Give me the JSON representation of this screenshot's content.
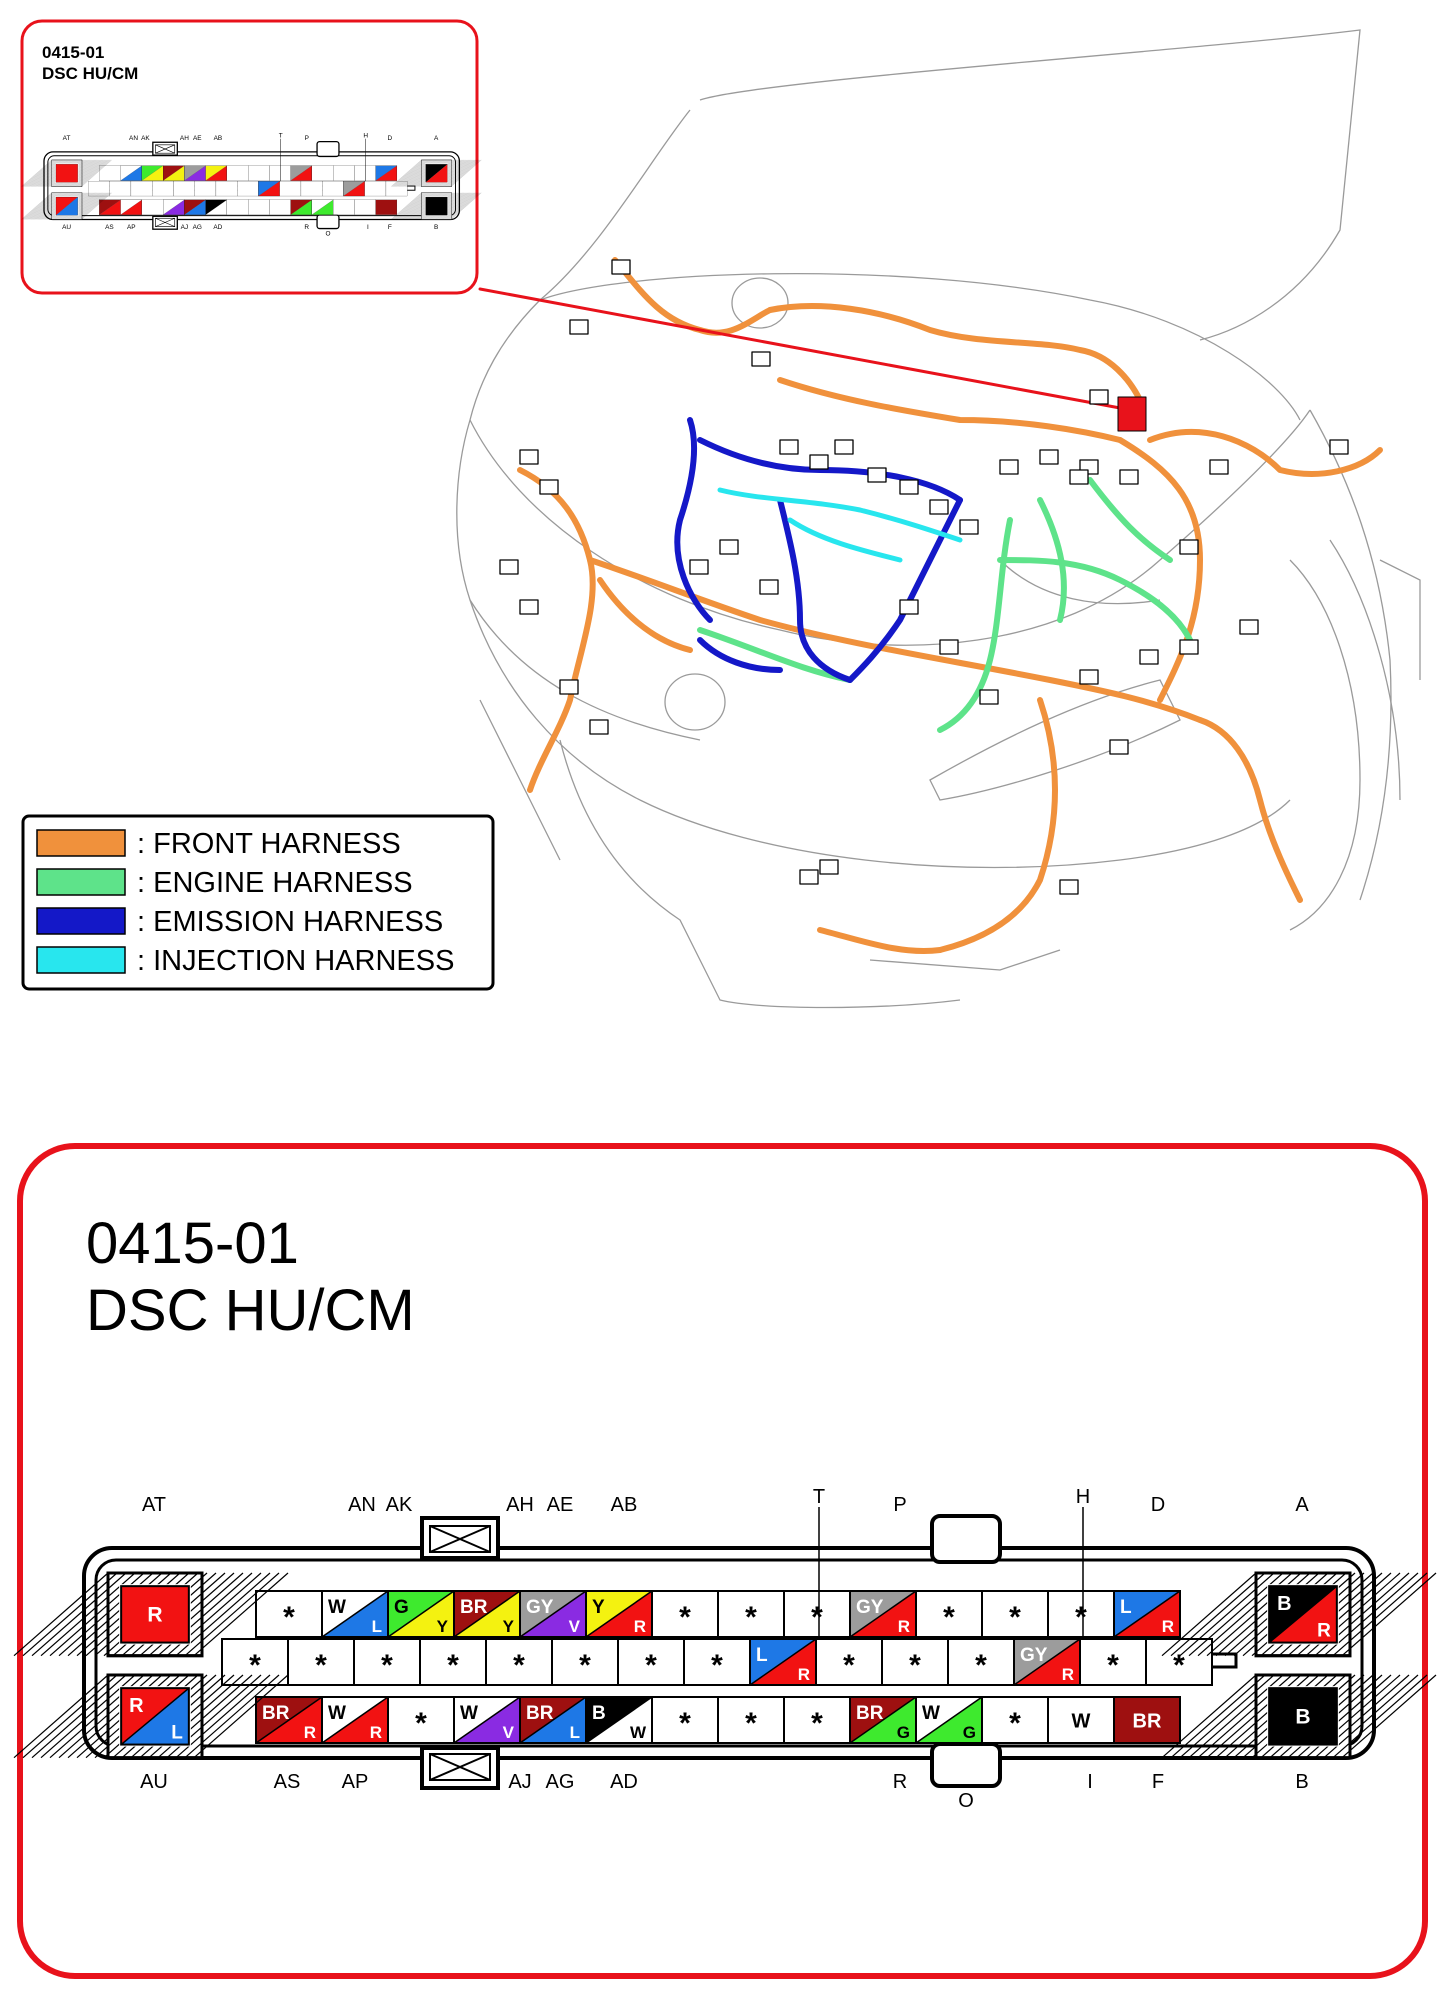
{
  "inset": {
    "code": "0415-01",
    "name": "DSC HU/CM",
    "top_labels": [
      "AT",
      "AN",
      "AK",
      "AH",
      "AE",
      "AB",
      "T",
      "P",
      "H",
      "D",
      "A"
    ],
    "bottom_labels": [
      "AU",
      "AS",
      "AP",
      "AJ",
      "AG",
      "AD",
      "R",
      "O",
      "I",
      "F",
      "B"
    ]
  },
  "legend": [
    {
      "label": ": FRONT HARNESS",
      "color": "#F0913C"
    },
    {
      "label": ": ENGINE HARNESS",
      "color": "#5EE38A"
    },
    {
      "label": ": EMISSION HARNESS",
      "color": "#1418C8"
    },
    {
      "label": ": INJECTION HARNESS",
      "color": "#28E6EE"
    }
  ],
  "connector": {
    "code": "0415-01",
    "name": "DSC HU/CM",
    "top_labels": [
      "AT",
      "AN",
      "AK",
      "AH",
      "AE",
      "AB",
      "T",
      "P",
      "H",
      "D",
      "A"
    ],
    "bottom_labels": [
      "AU",
      "AS",
      "AP",
      "AJ",
      "AG",
      "AD",
      "R",
      "O",
      "I",
      "F",
      "B"
    ],
    "big_pins": {
      "AT": {
        "a": "R",
        "b": ""
      },
      "AU": {
        "a": "R",
        "b": "L"
      },
      "A": {
        "a": "B",
        "b": "R"
      },
      "B": {
        "a": "B",
        "b": ""
      }
    },
    "row1": [
      {
        "a": "*",
        "b": ""
      },
      {
        "a": "W",
        "b": "L"
      },
      {
        "a": "G",
        "b": "Y"
      },
      {
        "a": "BR",
        "b": "Y"
      },
      {
        "a": "GY",
        "b": "V"
      },
      {
        "a": "Y",
        "b": "R"
      },
      {
        "a": "*",
        "b": ""
      },
      {
        "a": "*",
        "b": ""
      },
      {
        "a": "*",
        "b": ""
      },
      {
        "a": "GY",
        "b": "R"
      },
      {
        "a": "*",
        "b": ""
      },
      {
        "a": "*",
        "b": ""
      },
      {
        "a": "*",
        "b": ""
      },
      {
        "a": "L",
        "b": "R"
      }
    ],
    "row2": [
      {
        "a": "*",
        "b": ""
      },
      {
        "a": "*",
        "b": ""
      },
      {
        "a": "*",
        "b": ""
      },
      {
        "a": "*",
        "b": ""
      },
      {
        "a": "*",
        "b": ""
      },
      {
        "a": "*",
        "b": ""
      },
      {
        "a": "*",
        "b": ""
      },
      {
        "a": "*",
        "b": ""
      },
      {
        "a": "L",
        "b": "R"
      },
      {
        "a": "*",
        "b": ""
      },
      {
        "a": "*",
        "b": ""
      },
      {
        "a": "*",
        "b": ""
      },
      {
        "a": "GY",
        "b": "R"
      },
      {
        "a": "*",
        "b": ""
      },
      {
        "a": "*",
        "b": ""
      }
    ],
    "row3": [
      {
        "a": "BR",
        "b": "R"
      },
      {
        "a": "W",
        "b": "R"
      },
      {
        "a": "*",
        "b": ""
      },
      {
        "a": "W",
        "b": "V"
      },
      {
        "a": "BR",
        "b": "L"
      },
      {
        "a": "B",
        "b": "W"
      },
      {
        "a": "*",
        "b": ""
      },
      {
        "a": "*",
        "b": ""
      },
      {
        "a": "*",
        "b": ""
      },
      {
        "a": "BR",
        "b": "G"
      },
      {
        "a": "W",
        "b": "G"
      },
      {
        "a": "*",
        "b": ""
      },
      {
        "a": "W",
        "b": ""
      },
      {
        "a": "BR",
        "b": ""
      }
    ]
  },
  "colors": {
    "frame_red": "#E8121B",
    "R": "#F21212",
    "L": "#1E78E6",
    "G": "#3EEA2E",
    "Y": "#F4F210",
    "BR": "#9E1010",
    "GY": "#9C9C9C",
    "V": "#8A2BE2",
    "B": "#000000",
    "W": "#FFFFFF"
  }
}
